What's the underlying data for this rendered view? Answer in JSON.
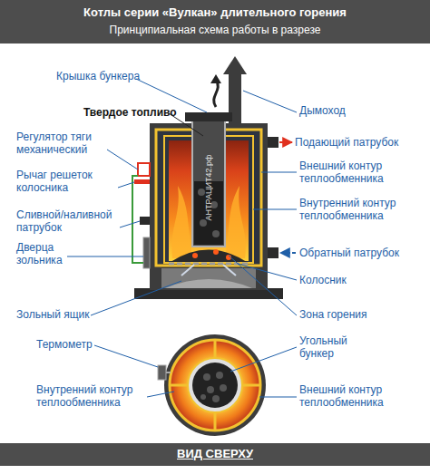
{
  "diagram": {
    "title": "Котлы серии «Вулкан» длительного горения",
    "labels": [
      "Принципиальная схема работы в разрезе",
      "Крышка бункера",
      "Твердое топливо",
      "Дымоход",
      "Регулятор тяги механический",
      "Подающий патрубок",
      "Рычаг решеток колосника",
      "Внешний контур теплообменника",
      "Внутренний контур теплообменника",
      "Сливной/наливной патрубок",
      "Дверца зольника",
      "Обратный патрубок",
      "Колосник",
      "Зольный ящик",
      "Зона горения",
      "Термометр",
      "Угольный бункер",
      "Внутренний контур теплообменника",
      "Внешний контур теплообменника",
      "ВИД СВЕРХУ",
      "АНТРАЦИТ42.рф"
    ]
  }
}
